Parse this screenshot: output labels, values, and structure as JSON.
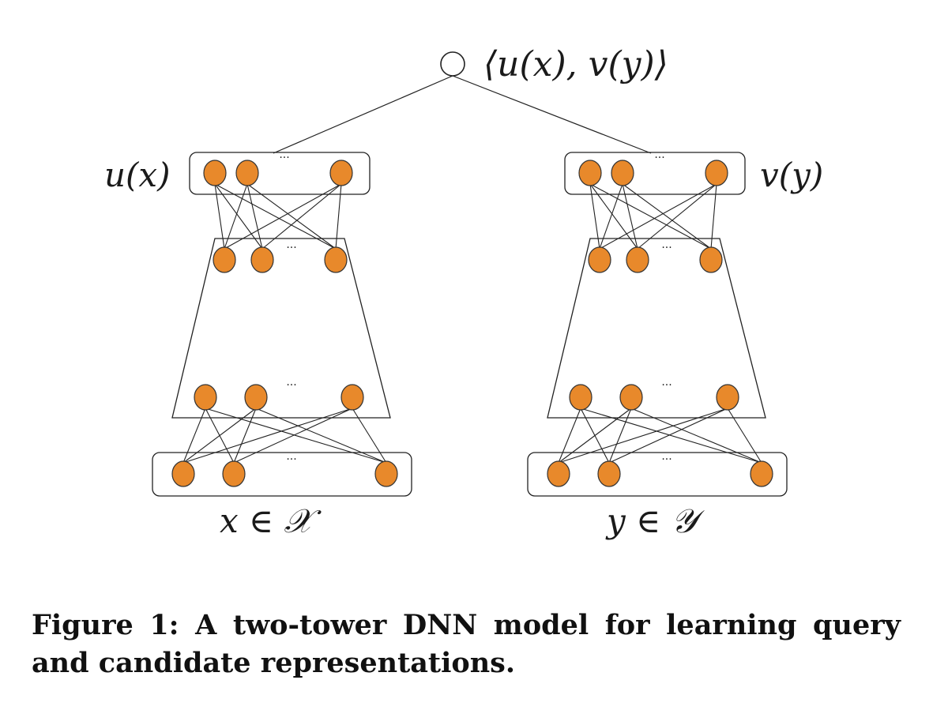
{
  "top_label": "⟨u(x), v(y)⟩",
  "left_tower": {
    "output_label": "u(x)",
    "input_label": "x ∈ 𝒳"
  },
  "right_tower": {
    "output_label": "v(y)",
    "input_label": "y ∈ 𝒴"
  },
  "ellipsis": "···",
  "node_color": "#E8892B",
  "caption": "Figure 1: A two-tower DNN model for learning query and candidate representations."
}
